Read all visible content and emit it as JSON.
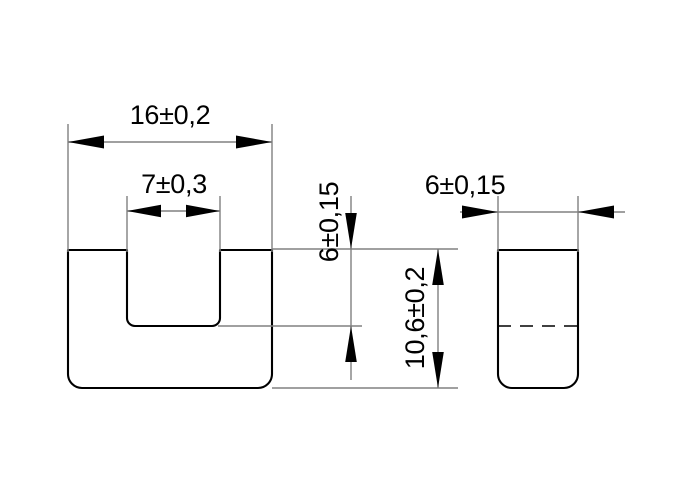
{
  "drawing": {
    "title": "Mechanical part technical drawing",
    "background_color": "#ffffff",
    "line_color": "#000000",
    "dimension_line_color": "#808080",
    "views": [
      {
        "name": "front-view",
        "shape": "u-channel",
        "description": "U-shaped channel with central rectangular slot and rounded bottom corners"
      },
      {
        "name": "side-view",
        "shape": "rectangle-rounded-bottom",
        "description": "Rectangle with rounded bottom corners and a horizontal hidden (dashed) centre line"
      }
    ],
    "dimensions": {
      "overall_width": "16±0,2",
      "slot_width": "7±0,3",
      "slot_depth": "6±0,15",
      "overall_height": "10,6±0,2",
      "thickness": "6±0,15"
    }
  }
}
